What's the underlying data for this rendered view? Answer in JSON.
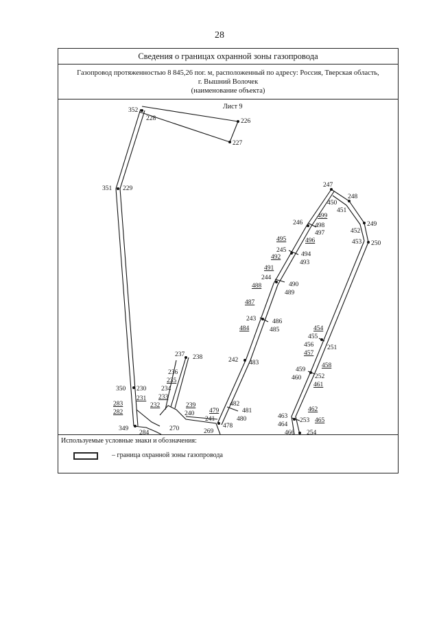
{
  "page_number": "28",
  "title": "Сведения о границах охранной зоны газопровода",
  "object": {
    "line1": "Газопровод протяженностью 8 845,26 пог. м, расположенный по адресу: Россия, Тверская область,",
    "line2": "г. Вышний Волочек",
    "line3": "(наименование объекта)"
  },
  "sheet_label": "Лист 9",
  "legend": {
    "title": "Используемые условные знаки и обозначения:",
    "item": "– граница охранной зоны газопровода"
  },
  "point_labels": {
    "p352": "352",
    "p228": "228",
    "p226": "226",
    "p227": "227",
    "p351": "351",
    "p229": "229",
    "p247": "247",
    "p248": "248",
    "p450": "450",
    "p451": "451",
    "p499": "499",
    "p498": "498",
    "p497": "497",
    "p496": "496",
    "p246": "246",
    "p452": "452",
    "p249": "249",
    "p453": "453",
    "p250": "250",
    "p495": "495",
    "p245": "245",
    "p494": "494",
    "p492": "492",
    "p493": "493",
    "p491": "491",
    "p244": "244",
    "p490": "490",
    "p488": "488",
    "p489": "489",
    "p487": "487",
    "p243": "243",
    "p486": "486",
    "p484": "484",
    "p485": "485",
    "p454": "454",
    "p455": "455",
    "p456": "456",
    "p251": "251",
    "p457": "457",
    "p242": "242",
    "p483": "483",
    "p237": "237",
    "p238": "238",
    "p236": "236",
    "p235": "235",
    "p234": "234",
    "p233": "233",
    "p232": "232",
    "p459": "459",
    "p458": "458",
    "p460": "460",
    "p252": "252",
    "p461": "461",
    "p350": "350",
    "p230": "230",
    "p231": "231",
    "p283": "283",
    "p282": "282",
    "p239": "239",
    "p240": "240",
    "p479": "479",
    "p482": "482",
    "p481": "481",
    "p241": "241",
    "p480": "480",
    "p478": "478",
    "p270": "270",
    "p269": "269",
    "p349": "349",
    "p284": "284",
    "p463": "463",
    "p462": "462",
    "p464": "464",
    "p253": "253",
    "p465": "465",
    "p466": "466",
    "p254": "254"
  }
}
